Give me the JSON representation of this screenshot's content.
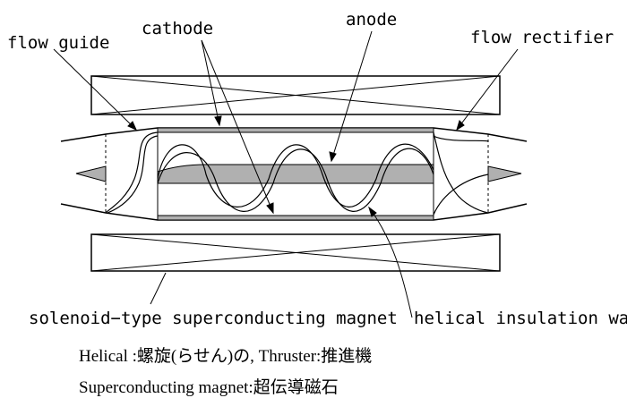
{
  "labels": {
    "flow_guide": "flow guide",
    "cathode": "cathode",
    "anode": "anode",
    "flow_rectifier": "flow rectifier",
    "solenoid_magnet": "solenoid−type superconducting magnet",
    "helical_wall": "helical insulation wall"
  },
  "notes": [
    "Helical :螺旋(らせん)の, Thruster:推進機",
    "Superconducting magnet:超伝導磁石"
  ],
  "colors": {
    "line": "#000000",
    "anode_fill": "#b0b0b0",
    "background": "#ffffff"
  }
}
